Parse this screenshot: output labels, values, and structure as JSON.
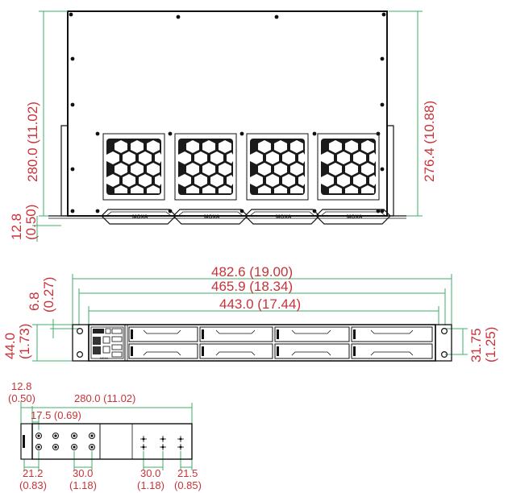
{
  "colors": {
    "dimension_text": "#c8333a",
    "dimension_line": "#3fae6a",
    "outline": "#111111"
  },
  "top_view": {
    "dim_depth_total": "280.0 (11.02)",
    "dim_depth_body": "276.4 (10.88)",
    "dim_ear_offset_mm": "12.8",
    "dim_ear_offset_in": "(0.50)",
    "brand": "MOXA",
    "fan_module_count": 4
  },
  "front_view": {
    "dim_width_total": "482.6 (19.00)",
    "dim_width_holes": "465.9 (18.34)",
    "dim_width_body": "443.0 (17.44)",
    "dim_ear_height_mm": "6.8",
    "dim_ear_height_in": "(0.27)",
    "dim_height_mm": "44.0",
    "dim_height_in": "(1.73)",
    "dim_hole_pitch_mm": "31.75",
    "dim_hole_pitch_in": "(1.25)",
    "bay_count": 8,
    "brand": "MOXA"
  },
  "side_view": {
    "dim_ear_mm": "12.8",
    "dim_ear_in": "(0.50)",
    "dim_length": "280.0 (11.02)",
    "dim_first_hole": "17.5 (0.69)",
    "dim_a_mm": "21.2",
    "dim_a_in": "(0.83)",
    "dim_b_mm": "30.0",
    "dim_b_in": "(1.18)",
    "dim_c_mm": "30.0",
    "dim_c_in": "(1.18)",
    "dim_d_mm": "21.5",
    "dim_d_in": "(0.85)"
  }
}
